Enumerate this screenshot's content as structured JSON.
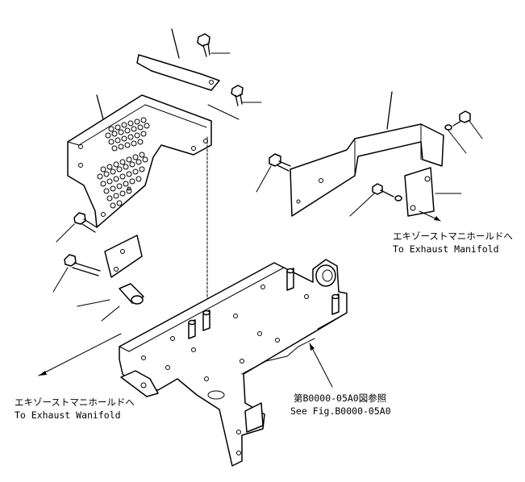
{
  "labels": {
    "exhaust_jp_right": "エキゾーストマニホールドへ",
    "exhaust_en_right": "To Exhaust Manifold",
    "exhaust_jp_left": "エキゾーストマニホールドへ",
    "exhaust_en_left": "To Exhaust Wanifold",
    "ref_jp": "第B0000-05A0図参照",
    "ref_en": "See Fig.B0000-05A0"
  }
}
